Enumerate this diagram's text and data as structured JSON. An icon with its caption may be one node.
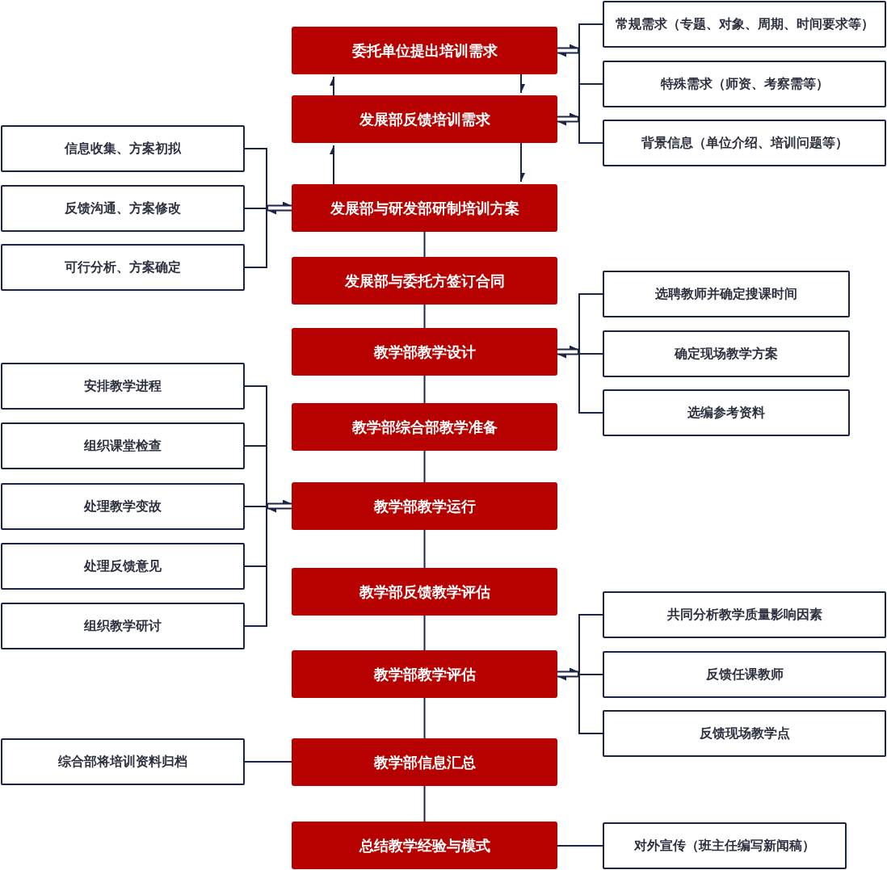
{
  "diagram": {
    "nodes": [
      {
        "text": [
          "委托单位提出培训需求"
        ]
      },
      {
        "text": [
          "发展部反馈培训需求"
        ]
      },
      {
        "text": [
          "发展部与研发部研制培训方案"
        ]
      },
      {
        "text": [
          "发展部与委托方签订合同"
        ]
      },
      {
        "text": [
          "教学部教学设计"
        ]
      },
      {
        "text": [
          "教学部综合部教学准备"
        ]
      },
      {
        "text": [
          "教学部教学运行"
        ]
      },
      {
        "text": [
          "教学部反馈教学评估"
        ]
      },
      {
        "text": [
          "教学部教学评估"
        ]
      },
      {
        "text": [
          "教学部信息汇总"
        ]
      },
      {
        "text": [
          "总结教学经验与模式"
        ]
      },
      {
        "text": [
          "常规需求（专题、对象、周期、时间要求等）"
        ]
      },
      {
        "text": [
          "特殊需求（师资、考察需等）"
        ]
      },
      {
        "text": [
          "背景信息（单位介绍、培训问题等）"
        ]
      },
      {
        "text": [
          "信息收集、方案初拟"
        ]
      },
      {
        "text": [
          "反馈沟通、方案修改"
        ]
      },
      {
        "text": [
          "可行分析、方案确定"
        ]
      },
      {
        "text": [
          "选聘教师并确定搜课时间"
        ]
      },
      {
        "text": [
          "确定现场教学方案"
        ]
      },
      {
        "text": [
          "选编参考资料"
        ]
      },
      {
        "text": [
          "安排教学进程"
        ]
      },
      {
        "text": [
          "组织课堂检查"
        ]
      },
      {
        "text": [
          "处理教学变故"
        ]
      },
      {
        "text": [
          "处理反馈意见"
        ]
      },
      {
        "text": [
          "组织教学研讨"
        ]
      },
      {
        "text": [
          "共同分析教学质量影响因素"
        ]
      },
      {
        "text": [
          "反馈任课教师"
        ]
      },
      {
        "text": [
          "反馈现场教学点"
        ]
      },
      {
        "text": [
          "综合部将培训资料归档"
        ]
      },
      {
        "text": [
          "对外宣传（班主任编写新闻稿）"
        ]
      },
      {
        "text": [],
        "shape": "bar"
      },
      {
        "text": [],
        "shape": "bar"
      },
      {
        "text": [],
        "shape": "bar"
      },
      {
        "text": [],
        "shape": "bar"
      },
      {
        "text": [],
        "shape": "bar"
      }
    ],
    "edges": [
      {
        "from": 0,
        "to": 1,
        "arrow": "to"
      },
      {
        "from": 1,
        "to": 0,
        "arrow": "to"
      },
      {
        "from": 1,
        "to": 2,
        "arrow": "to"
      },
      {
        "from": 2,
        "to": 1,
        "arrow": "to"
      },
      {
        "from": 2,
        "to": 3,
        "arrow": "none"
      },
      {
        "from": 3,
        "to": 4,
        "arrow": "none"
      },
      {
        "from": 4,
        "to": 5,
        "arrow": "none"
      },
      {
        "from": 5,
        "to": 6,
        "arrow": "none"
      },
      {
        "from": 6,
        "to": 7,
        "arrow": "none"
      },
      {
        "from": 7,
        "to": 8,
        "arrow": "none"
      },
      {
        "from": 8,
        "to": 9,
        "arrow": "none"
      },
      {
        "from": 9,
        "to": 10,
        "arrow": "none"
      },
      {
        "from": 0,
        "to": 30,
        "arrow": "both"
      },
      {
        "from": 1,
        "to": 30,
        "arrow": "both"
      },
      {
        "from": 30,
        "to": 11,
        "arrow": "none"
      },
      {
        "from": 30,
        "to": 12,
        "arrow": "none"
      },
      {
        "from": 30,
        "to": 13,
        "arrow": "none"
      },
      {
        "from": 2,
        "to": 31,
        "arrow": "both"
      },
      {
        "from": 31,
        "to": 14,
        "arrow": "none"
      },
      {
        "from": 31,
        "to": 15,
        "arrow": "none"
      },
      {
        "from": 31,
        "to": 16,
        "arrow": "none"
      },
      {
        "from": 4,
        "to": 32,
        "arrow": "both"
      },
      {
        "from": 32,
        "to": 17,
        "arrow": "none"
      },
      {
        "from": 32,
        "to": 18,
        "arrow": "none"
      },
      {
        "from": 32,
        "to": 19,
        "arrow": "none"
      },
      {
        "from": 6,
        "to": 33,
        "arrow": "both"
      },
      {
        "from": 33,
        "to": 20,
        "arrow": "none"
      },
      {
        "from": 33,
        "to": 21,
        "arrow": "none"
      },
      {
        "from": 33,
        "to": 22,
        "arrow": "none"
      },
      {
        "from": 33,
        "to": 23,
        "arrow": "none"
      },
      {
        "from": 33,
        "to": 24,
        "arrow": "none"
      },
      {
        "from": 8,
        "to": 34,
        "arrow": "both"
      },
      {
        "from": 34,
        "to": 25,
        "arrow": "none"
      },
      {
        "from": 34,
        "to": 26,
        "arrow": "none"
      },
      {
        "from": 34,
        "to": 27,
        "arrow": "none"
      },
      {
        "from": 28,
        "to": 9,
        "arrow": "none"
      },
      {
        "from": 10,
        "to": 29,
        "arrow": "none"
      }
    ]
  }
}
